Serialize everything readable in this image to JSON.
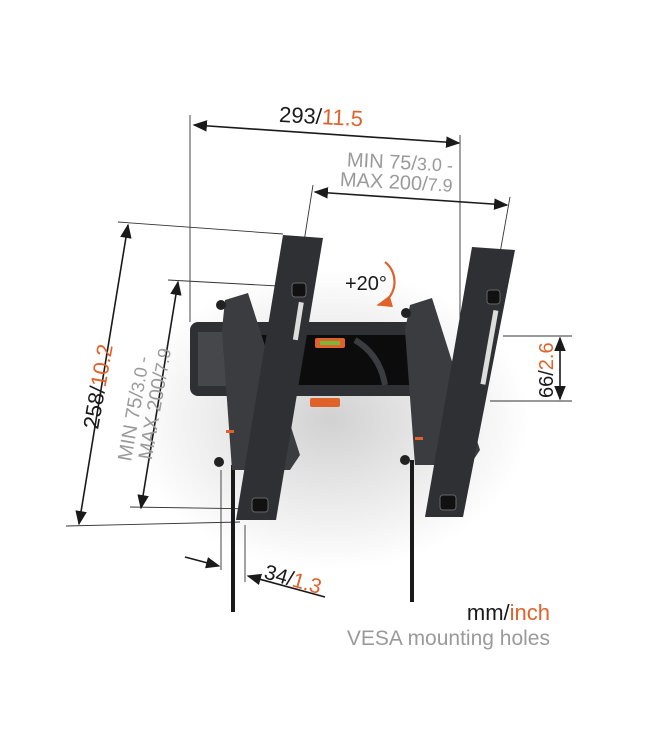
{
  "dimensions": {
    "width": {
      "mm": "293/",
      "inch": "11.5"
    },
    "vesa_horizontal": {
      "line1_mm": "MIN 75/",
      "line1_inch": "3.0 -",
      "line2_mm": "MAX 200/",
      "line2_inch": "7.9"
    },
    "height": {
      "mm": "258/",
      "inch": "10.2"
    },
    "vesa_vertical": {
      "line1_mm": "MIN 75/",
      "line1_inch": "3.0 -",
      "line2_mm": "MAX 200/",
      "line2_inch": "7.9"
    },
    "plate_height": {
      "mm": "66/",
      "inch": "2.6"
    },
    "depth": {
      "mm": "34/",
      "inch": "1.3"
    },
    "tilt": "+20°"
  },
  "legend": {
    "unit_mm": "mm/",
    "unit_inch": "inch",
    "caption": "VESA mounting holes"
  },
  "colors": {
    "accent": "#e0622a",
    "secondary_text": "#9a9a9a",
    "primary_text": "#1a1a1a",
    "bracket": "#2f3033"
  },
  "icons": [
    "tilt-arrow-icon",
    "bubble-level-icon"
  ]
}
